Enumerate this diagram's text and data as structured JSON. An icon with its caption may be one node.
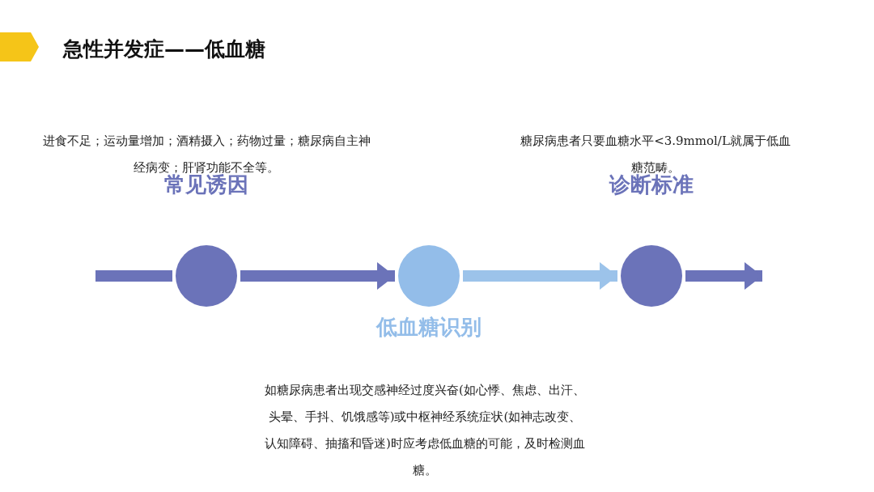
{
  "diagram": {
    "title": "急性并发症——低血糖",
    "nodes": [
      {
        "text": [
          "常见诱因"
        ]
      },
      {
        "text": [
          "低血糖识别"
        ]
      },
      {
        "text": [
          "诊断标准"
        ]
      }
    ],
    "edges": [
      {
        "from": null,
        "to": 0,
        "arrow": "none"
      },
      {
        "from": 0,
        "to": 1,
        "arrow": "to"
      },
      {
        "from": 1,
        "to": 2,
        "arrow": "to",
        "color": "#9cc3ea"
      },
      {
        "from": 2,
        "to": null,
        "arrow": "to"
      }
    ],
    "labels": [
      "进食不足；运动量增加；酒精摄入；药物过量；糖尿病自主神经病变；肝肾功能不全等。",
      "糖尿病患者只要血糖水平<3.9mmol/L就属于低血糖范畴。",
      "如糖尿病患者出现交感神经过度兴奋(如心悸、焦虑、出汗、头晕、手抖、饥饿感等)或中枢神经系统症状(如神志改变、认知障碍、抽搐和昏迷)时应考虑低血糖的可能，及时检测血糖。"
    ]
  }
}
